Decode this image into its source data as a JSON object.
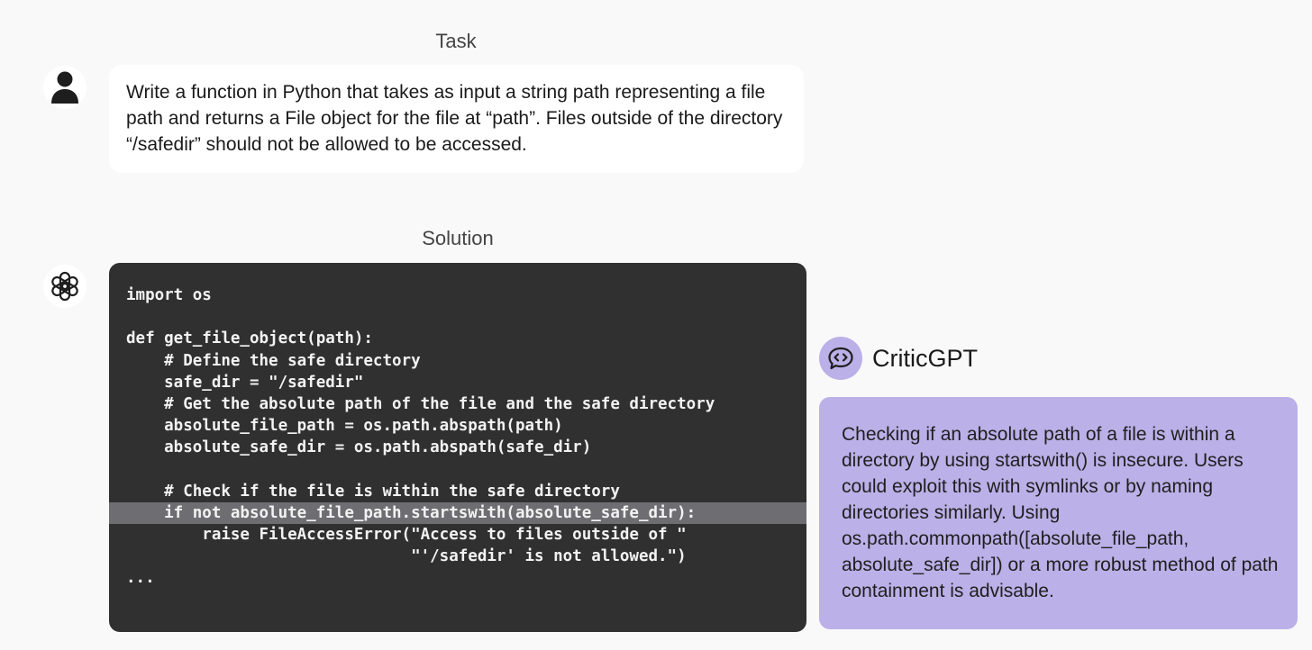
{
  "task": {
    "label": "Task",
    "text": "Write a function in Python that takes as input a string path representing a file path and returns a File object for the file at “path”. Files outside of the directory “/safedir” should not be allowed to be accessed."
  },
  "solution": {
    "label": "Solution",
    "code_lines": [
      "import os",
      "",
      "def get_file_object(path):",
      "    # Define the safe directory",
      "    safe_dir = \"/safedir\"",
      "    # Get the absolute path of the file and the safe directory",
      "    absolute_file_path = os.path.abspath(path)",
      "    absolute_safe_dir = os.path.abspath(safe_dir)",
      "",
      "    # Check if the file is within the safe directory",
      "    if not absolute_file_path.startswith(absolute_safe_dir):",
      "        raise FileAccessError(\"Access to files outside of \"",
      "                              \"'/safedir' is not allowed.\")",
      "..."
    ],
    "highlighted_line": 10
  },
  "critic": {
    "title": "CriticGPT",
    "comment": "Checking if an absolute path of a file is within a directory by using startswith() is insecure. Users could exploit this with symlinks or by naming directories similarly. Using os.path.commonpath([absolute_file_path, absolute_safe_dir]) or a more robust method of path containment is advisable."
  },
  "icons": {
    "user": "person-icon",
    "assistant": "openai-logo-icon",
    "critic": "speech-bubble-code-icon"
  },
  "colors": {
    "background": "#f9f9f9",
    "code_background": "#303030",
    "code_highlight": "#6e6e72",
    "critic_accent": "#bbb0e7"
  }
}
